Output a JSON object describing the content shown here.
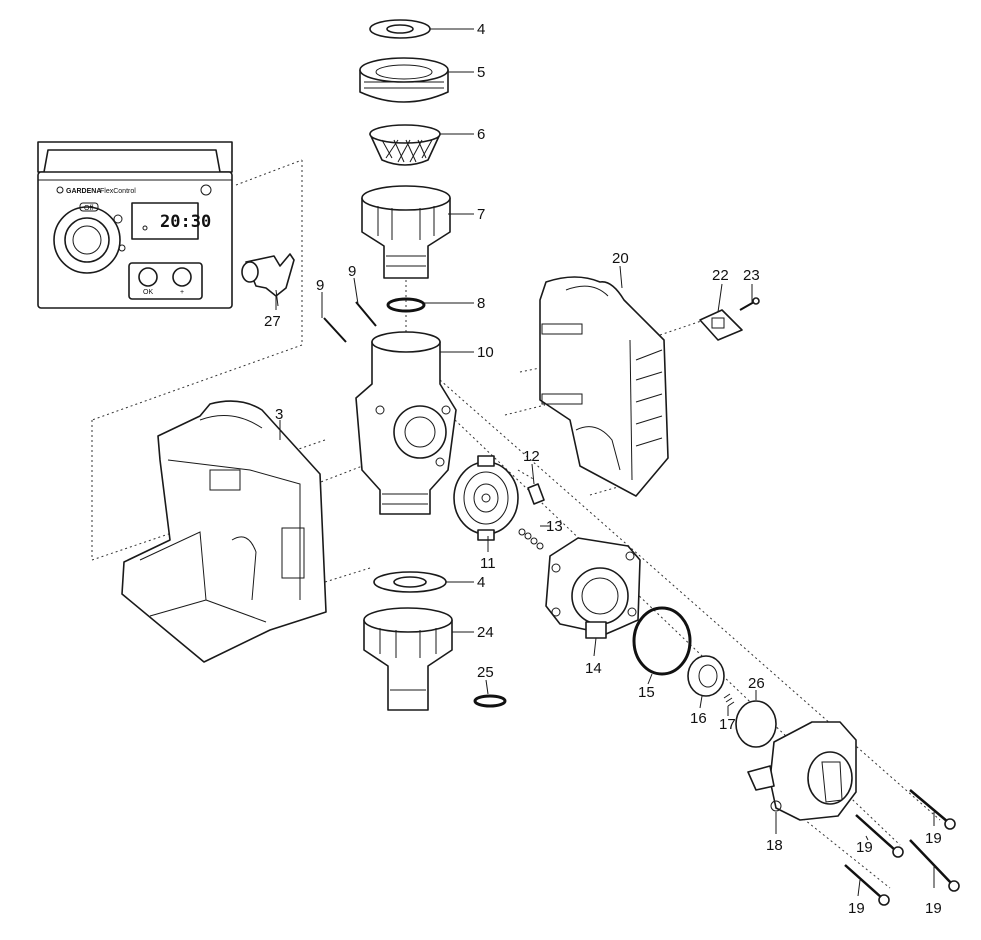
{
  "diagram": {
    "type": "exploded-parts-view",
    "controller": {
      "brand": "GARDENA",
      "model": "FlexControl",
      "display_time": "20:30",
      "dial_label_off": "Off",
      "button_ok": "OK",
      "button_plus": "+"
    },
    "callouts": [
      {
        "id": "c4a",
        "label": "4"
      },
      {
        "id": "c5",
        "label": "5"
      },
      {
        "id": "c6",
        "label": "6"
      },
      {
        "id": "c7",
        "label": "7"
      },
      {
        "id": "c8",
        "label": "8"
      },
      {
        "id": "c9a",
        "label": "9"
      },
      {
        "id": "c9b",
        "label": "9"
      },
      {
        "id": "c10",
        "label": "10"
      },
      {
        "id": "c3",
        "label": "3"
      },
      {
        "id": "c20",
        "label": "20"
      },
      {
        "id": "c22",
        "label": "22"
      },
      {
        "id": "c23",
        "label": "23"
      },
      {
        "id": "c27",
        "label": "27"
      },
      {
        "id": "c12",
        "label": "12"
      },
      {
        "id": "c13",
        "label": "13"
      },
      {
        "id": "c11",
        "label": "11"
      },
      {
        "id": "c4b",
        "label": "4"
      },
      {
        "id": "c24",
        "label": "24"
      },
      {
        "id": "c25",
        "label": "25"
      },
      {
        "id": "c14",
        "label": "14"
      },
      {
        "id": "c15",
        "label": "15"
      },
      {
        "id": "c16",
        "label": "16"
      },
      {
        "id": "c17",
        "label": "17"
      },
      {
        "id": "c26",
        "label": "26"
      },
      {
        "id": "c18",
        "label": "18"
      },
      {
        "id": "c19a",
        "label": "19"
      },
      {
        "id": "c19b",
        "label": "19"
      },
      {
        "id": "c19c",
        "label": "19"
      },
      {
        "id": "c19d",
        "label": "19"
      }
    ]
  }
}
